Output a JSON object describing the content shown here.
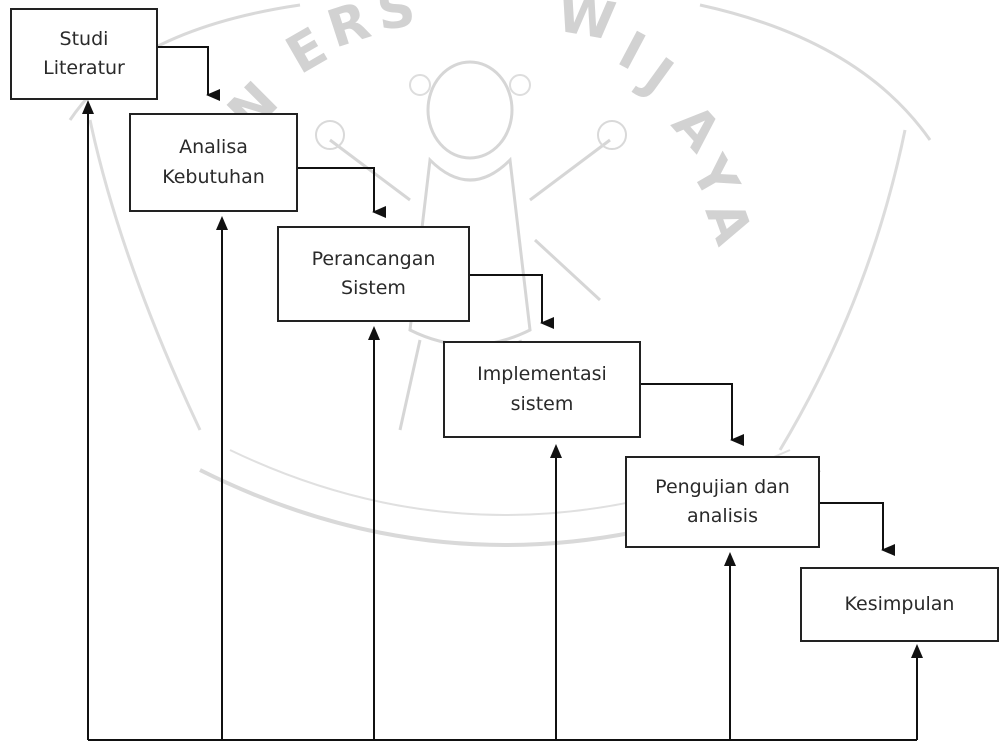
{
  "diagram": {
    "steps": [
      {
        "id": "studi-literatur",
        "label": "Studi\nLiteratur"
      },
      {
        "id": "analisa-kebutuhan",
        "label": "Analisa\nKebutuhan"
      },
      {
        "id": "perancangan-sistem",
        "label": "Perancangan\nSistem"
      },
      {
        "id": "implementasi-sistem",
        "label": "Implementasi\nsistem"
      },
      {
        "id": "pengujian-dan-analisis",
        "label": "Pengujian dan\nanalisis"
      },
      {
        "id": "kesimpulan",
        "label": "Kesimpulan"
      }
    ]
  },
  "watermark": {
    "letters_left": "UNIVERSITAS",
    "letters_right": "BRAWIJAYA"
  },
  "colors": {
    "line": "#111111",
    "box_border": "#222222",
    "text": "#2a2a2a",
    "watermark": "#d0d0d0"
  }
}
